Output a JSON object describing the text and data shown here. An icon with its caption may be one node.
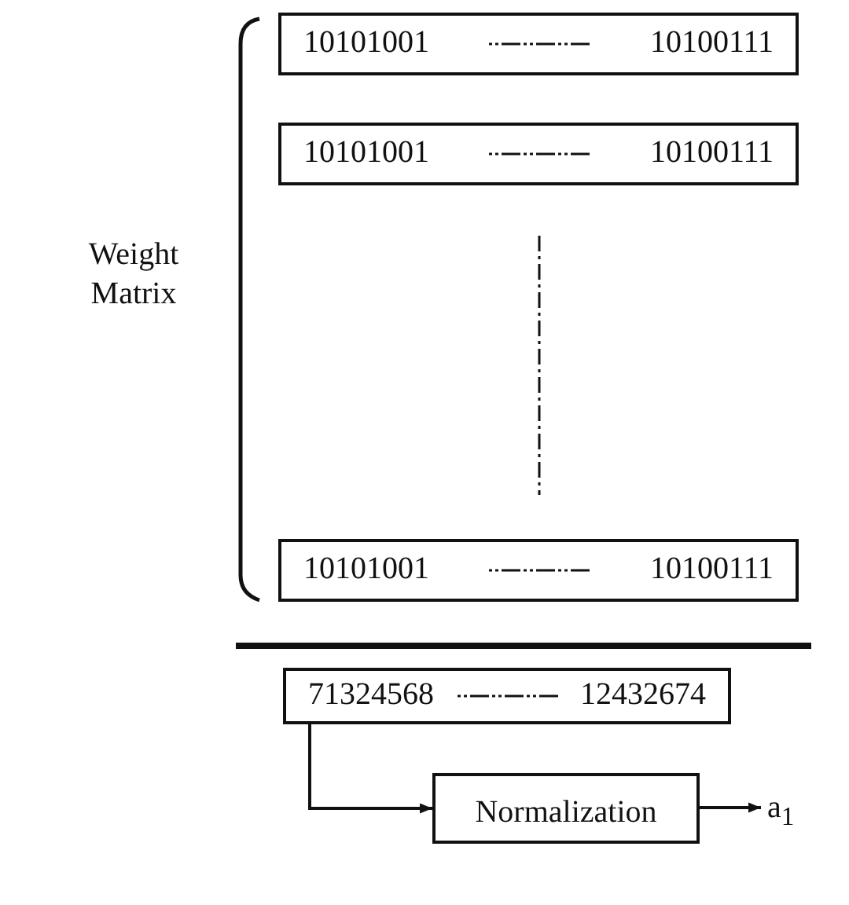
{
  "diagram": {
    "nodes": [
      {
        "text": [
          "10101001",
          "10100111"
        ]
      },
      {
        "text": [
          "10101001",
          "10100111"
        ]
      },
      {
        "text": [
          "10101001",
          "10100111"
        ]
      },
      {
        "text": [
          "71324568",
          "12432674"
        ]
      },
      {
        "text": [
          "Normalization"
        ]
      },
      {
        "text": [
          "a$_{1}$"
        ]
      }
    ],
    "edges": [
      {
        "from": 3,
        "to": 4,
        "arrow": "to"
      },
      {
        "from": 4,
        "to": 5,
        "arrow": "to"
      }
    ],
    "labels": [
      "Weight Matrix"
    ]
  }
}
